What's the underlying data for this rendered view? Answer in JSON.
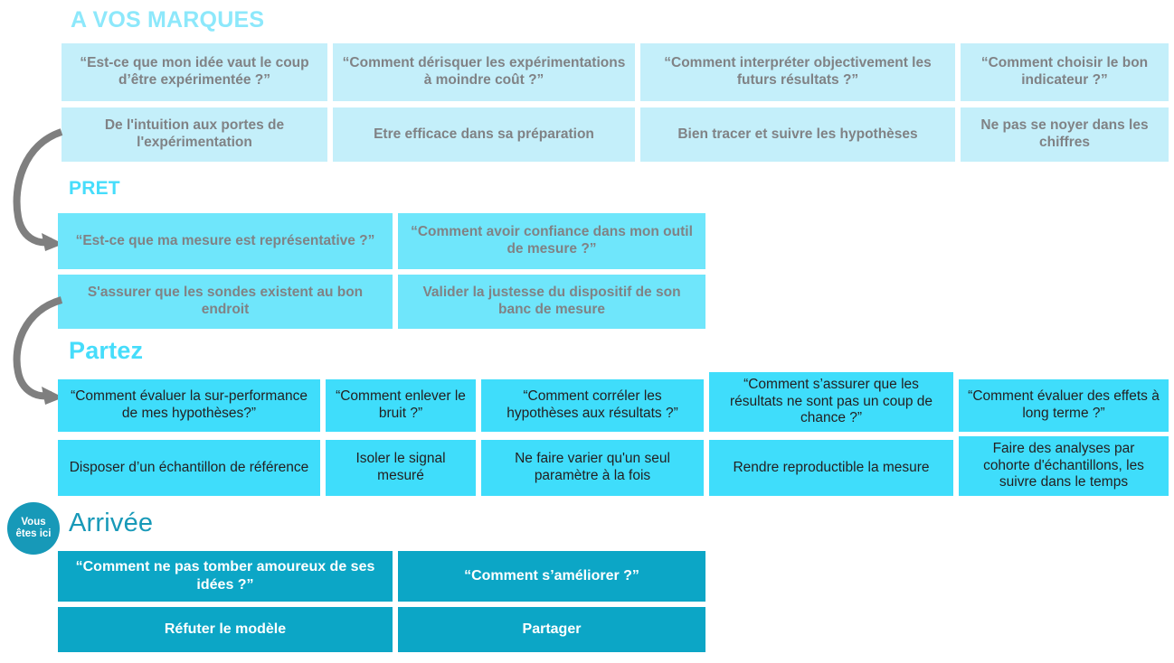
{
  "colors": {
    "stage1_card": "#C4EFFA",
    "stage2_card": "#6FE6FB",
    "stage3_card": "#3FDDFB",
    "stage4_card": "#0CA6C6",
    "title_light": "#8DE8FB",
    "title_cyan": "#46DDFB",
    "title_teal": "#1799B8",
    "arrow_gray": "#7F7F7F",
    "text_gray": "#808285",
    "text_dark": "#231F20",
    "text_white": "#FFFFFF"
  },
  "badge": {
    "line1": "Vous",
    "line2": "êtes ici"
  },
  "sections": [
    {
      "id": "a-vos-marques",
      "title": "A VOS MARQUES",
      "questions": [
        "“Est-ce que mon idée vaut le coup d’être expérimentée ?”",
        "“Comment dérisquer les expérimentations à moindre coût ?”",
        "“Comment interpréter objectivement les futurs résultats ?”",
        "“Comment choisir le bon indicateur ?”"
      ],
      "answers": [
        "De l'intuition aux portes de l'expérimentation",
        "Etre efficace dans sa préparation",
        "Bien tracer et suivre les hypothèses",
        "Ne pas se noyer dans les chiffres"
      ]
    },
    {
      "id": "pret",
      "title": "PRET",
      "questions": [
        "“Est-ce que ma mesure est représentative ?”",
        "“Comment avoir confiance dans mon outil de mesure ?”"
      ],
      "answers": [
        "S'assurer que les sondes existent au bon endroit",
        "Valider la justesse du dispositif de son banc de mesure"
      ]
    },
    {
      "id": "partez",
      "title": "Partez",
      "questions": [
        "“Comment évaluer la sur-performance de mes hypothèses?”",
        "“Comment enlever le bruit ?”",
        "“Comment corréler les hypothèses aux résultats ?”",
        "“Comment s’assurer que les résultats ne sont pas un coup de chance ?”",
        "“Comment évaluer des effets à long terme ?”"
      ],
      "answers": [
        "Disposer d’un échantillon de référence",
        "Isoler le signal mesuré",
        "Ne faire varier qu'un seul paramètre à la fois",
        "Rendre reproductible la mesure",
        "Faire des analyses par cohorte d'échantillons, les suivre dans le temps"
      ]
    },
    {
      "id": "arrivee",
      "title": "Arrivée",
      "questions": [
        "“Comment ne pas tomber amoureux de ses idées ?”",
        "“Comment s’améliorer ?”"
      ],
      "answers": [
        "Réfuter le modèle",
        "Partager"
      ]
    }
  ]
}
